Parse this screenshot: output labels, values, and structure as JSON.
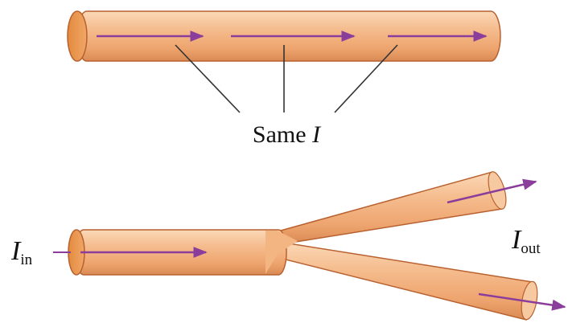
{
  "figure": {
    "top_wire": {
      "label_text": "Same ",
      "label_symbol": "I"
    },
    "branch_wire": {
      "in_symbol": "I",
      "in_subscript": "in",
      "out_symbol": "I",
      "out_subscript": "out"
    },
    "colors": {
      "wire_fill": "#f2b381",
      "wire_highlight": "#fbd9b8",
      "wire_shadow": "#d98a54",
      "wire_outline": "#b8612f",
      "arrow": "#8a3d9a",
      "leader_line": "#333333",
      "text": "#111111"
    }
  }
}
